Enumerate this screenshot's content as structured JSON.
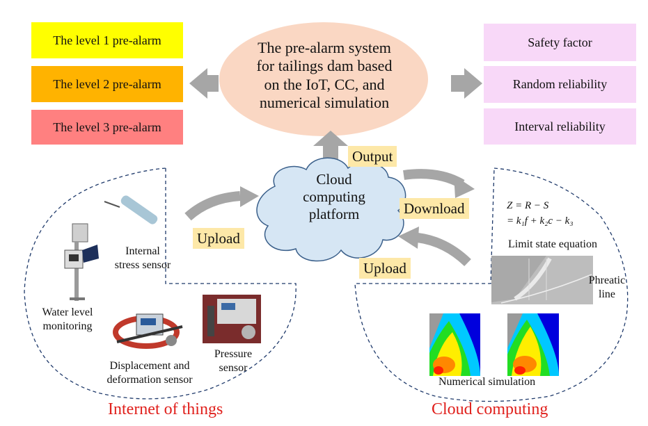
{
  "center": {
    "lines": [
      "The pre-alarm system",
      "for tailings dam based",
      "on the IoT, CC, and",
      "numerical simulation"
    ]
  },
  "alarms": [
    {
      "label": "The level 1 pre-alarm",
      "color": "#ffff00"
    },
    {
      "label": "The level 2 pre-alarm",
      "color": "#ffb300"
    },
    {
      "label": "The level 3 pre-alarm",
      "color": "#ff8080"
    }
  ],
  "results": [
    {
      "label": "Safety factor"
    },
    {
      "label": "Random reliability"
    },
    {
      "label": "Interval reliability"
    }
  ],
  "cloud": {
    "lines": [
      "Cloud",
      "computing",
      "platform"
    ]
  },
  "tags": {
    "output": "Output",
    "download": "Download",
    "upload_left": "Upload",
    "upload_right": "Upload"
  },
  "iot": {
    "title": "Internet of things",
    "internal_stress": [
      "Internal",
      "stress sensor"
    ],
    "water_level": [
      "Water level",
      "monitoring"
    ],
    "displacement": [
      "Displacement and",
      "deformation sensor"
    ],
    "pressure": [
      "Pressure",
      "sensor"
    ]
  },
  "cc": {
    "title": "Cloud computing",
    "eq_line1": "Z = R − S",
    "eq_line2": "= k₁f + k₂c − k₃",
    "limit_state": "Limit state equation",
    "phreatic": [
      "Phreatic",
      "line"
    ],
    "numerical": "Numerical simulation"
  },
  "colors": {
    "center_fill": "#fad7c3",
    "result_fill": "#f8d8f8",
    "cloud_fill": "#d6e6f4",
    "cloud_stroke": "#3a5f8a",
    "arrow": "#a6a6a6",
    "dash": "#1f3a6b",
    "title_red": "#e0201c"
  }
}
